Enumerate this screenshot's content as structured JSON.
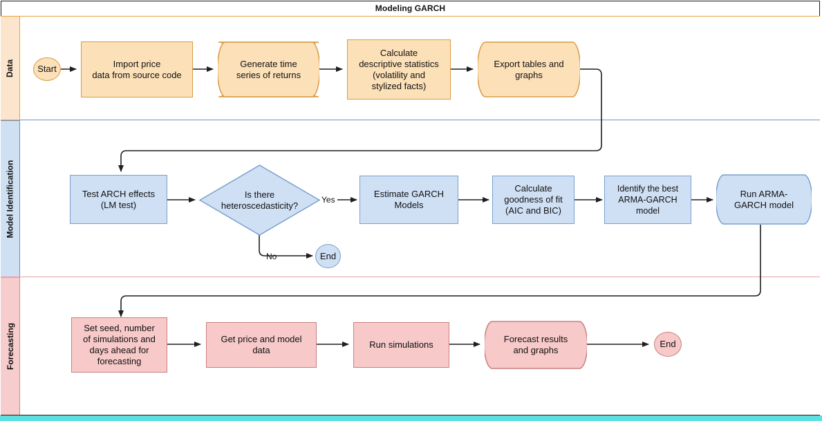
{
  "diagram": {
    "title": "Modeling GARCH",
    "type": "flowchart-swimlane",
    "colors": {
      "lane_data_fill": "#fce5cd",
      "lane_data_stroke": "#e8a33d",
      "lane_model_fill": "#cfe0f3",
      "lane_model_stroke": "#6d8fc4",
      "lane_forecast_fill": "#f7cccc",
      "lane_forecast_stroke": "#e8a0a8",
      "node_orange_fill": "#fce0b8",
      "node_blue_fill": "#cfe0f5",
      "node_red_fill": "#f7c9c9",
      "connector": "#1f1f1f",
      "selection_strip": "#5fe0e0"
    }
  },
  "lanes": [
    {
      "id": "data",
      "label": "Data"
    },
    {
      "id": "model",
      "label": "Model Identification"
    },
    {
      "id": "forecasting",
      "label": "Forecasting"
    }
  ],
  "nodes": {
    "start_data": {
      "label": "Start",
      "shape": "ellipse",
      "lane": "data"
    },
    "import_price": {
      "label": "Import price\ndata from source code",
      "shape": "rectangle",
      "lane": "data"
    },
    "generate_series": {
      "label": "Generate time\nseries of returns",
      "shape": "tape",
      "lane": "data"
    },
    "calc_desc": {
      "label": "Calculate\ndescriptive statistics\n(volatility and\nstylized facts)",
      "shape": "rectangle",
      "lane": "data"
    },
    "export_tables": {
      "label": "Export tables and\ngraphs",
      "shape": "tape",
      "lane": "data"
    },
    "test_arch": {
      "label": "Test ARCH effects\n(LM test)",
      "shape": "rectangle",
      "lane": "model"
    },
    "is_hetero": {
      "label": "Is there\nheteroscedasticity?",
      "shape": "diamond",
      "lane": "model"
    },
    "end_model": {
      "label": "End",
      "shape": "ellipse",
      "lane": "model"
    },
    "estimate_garch": {
      "label": "Estimate GARCH\nModels",
      "shape": "rectangle",
      "lane": "model"
    },
    "goodness_fit": {
      "label": "Calculate\ngoodness of fit\n(AIC and BIC)",
      "shape": "rectangle",
      "lane": "model"
    },
    "identify_best": {
      "label": "Identify the best\nARMA-GARCH\nmodel",
      "shape": "rectangle",
      "lane": "model"
    },
    "run_arma_garch": {
      "label": "Run ARMA-\nGARCH model",
      "shape": "tape",
      "lane": "model"
    },
    "set_seed": {
      "label": "Set seed, number\nof simulations and\ndays ahead for\nforecasting",
      "shape": "rectangle",
      "lane": "forecasting"
    },
    "get_price_model": {
      "label": "Get price and model\ndata",
      "shape": "rectangle",
      "lane": "forecasting"
    },
    "run_sims": {
      "label": "Run simulations",
      "shape": "rectangle",
      "lane": "forecasting"
    },
    "forecast_results": {
      "label": "Forecast results\nand graphs",
      "shape": "tape",
      "lane": "forecasting"
    },
    "end_forecast": {
      "label": "End",
      "shape": "ellipse",
      "lane": "forecasting"
    }
  },
  "edge_labels": {
    "yes": "Yes",
    "no": "No"
  },
  "edges": [
    {
      "from": "start_data",
      "to": "import_price"
    },
    {
      "from": "import_price",
      "to": "generate_series"
    },
    {
      "from": "generate_series",
      "to": "calc_desc"
    },
    {
      "from": "calc_desc",
      "to": "export_tables"
    },
    {
      "from": "export_tables",
      "to": "test_arch"
    },
    {
      "from": "test_arch",
      "to": "is_hetero"
    },
    {
      "from": "is_hetero",
      "to": "estimate_garch",
      "label": "Yes"
    },
    {
      "from": "is_hetero",
      "to": "end_model",
      "label": "No"
    },
    {
      "from": "estimate_garch",
      "to": "goodness_fit"
    },
    {
      "from": "goodness_fit",
      "to": "identify_best"
    },
    {
      "from": "identify_best",
      "to": "run_arma_garch"
    },
    {
      "from": "run_arma_garch",
      "to": "set_seed"
    },
    {
      "from": "set_seed",
      "to": "get_price_model"
    },
    {
      "from": "get_price_model",
      "to": "run_sims"
    },
    {
      "from": "run_sims",
      "to": "forecast_results"
    },
    {
      "from": "forecast_results",
      "to": "end_forecast"
    }
  ]
}
